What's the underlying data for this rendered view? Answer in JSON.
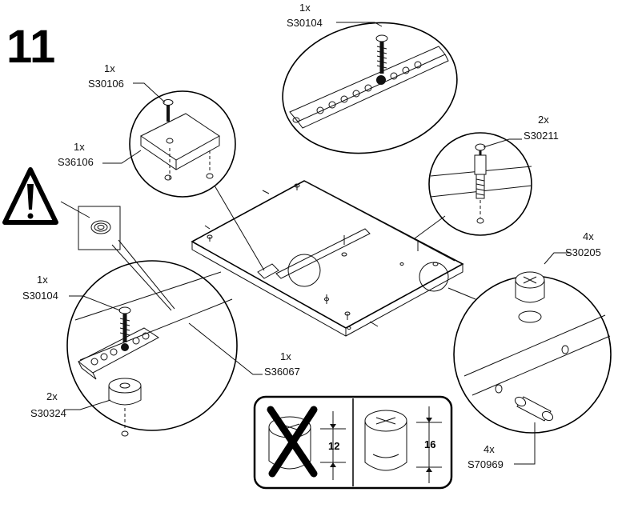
{
  "step_number": "11",
  "callouts": {
    "top_screw": {
      "qty": "1x",
      "code": "S30104"
    },
    "left_screw": {
      "qty": "1x",
      "code": "S30106"
    },
    "left_block": {
      "qty": "1x",
      "code": "S36106"
    },
    "right_screw": {
      "qty": "2x",
      "code": "S30211"
    },
    "cam_lock": {
      "qty": "4x",
      "code": "S30205"
    },
    "lower_screw": {
      "qty": "1x",
      "code": "S30104"
    },
    "rail": {
      "qty": "1x",
      "code": "S36067"
    },
    "foot": {
      "qty": "2x",
      "code": "S30324"
    },
    "dowel": {
      "qty": "4x",
      "code": "S70969"
    }
  },
  "comparison": {
    "wrong_dimension": "12",
    "right_dimension": "16"
  },
  "icons": [
    "warning-icon",
    "cross-icon"
  ]
}
